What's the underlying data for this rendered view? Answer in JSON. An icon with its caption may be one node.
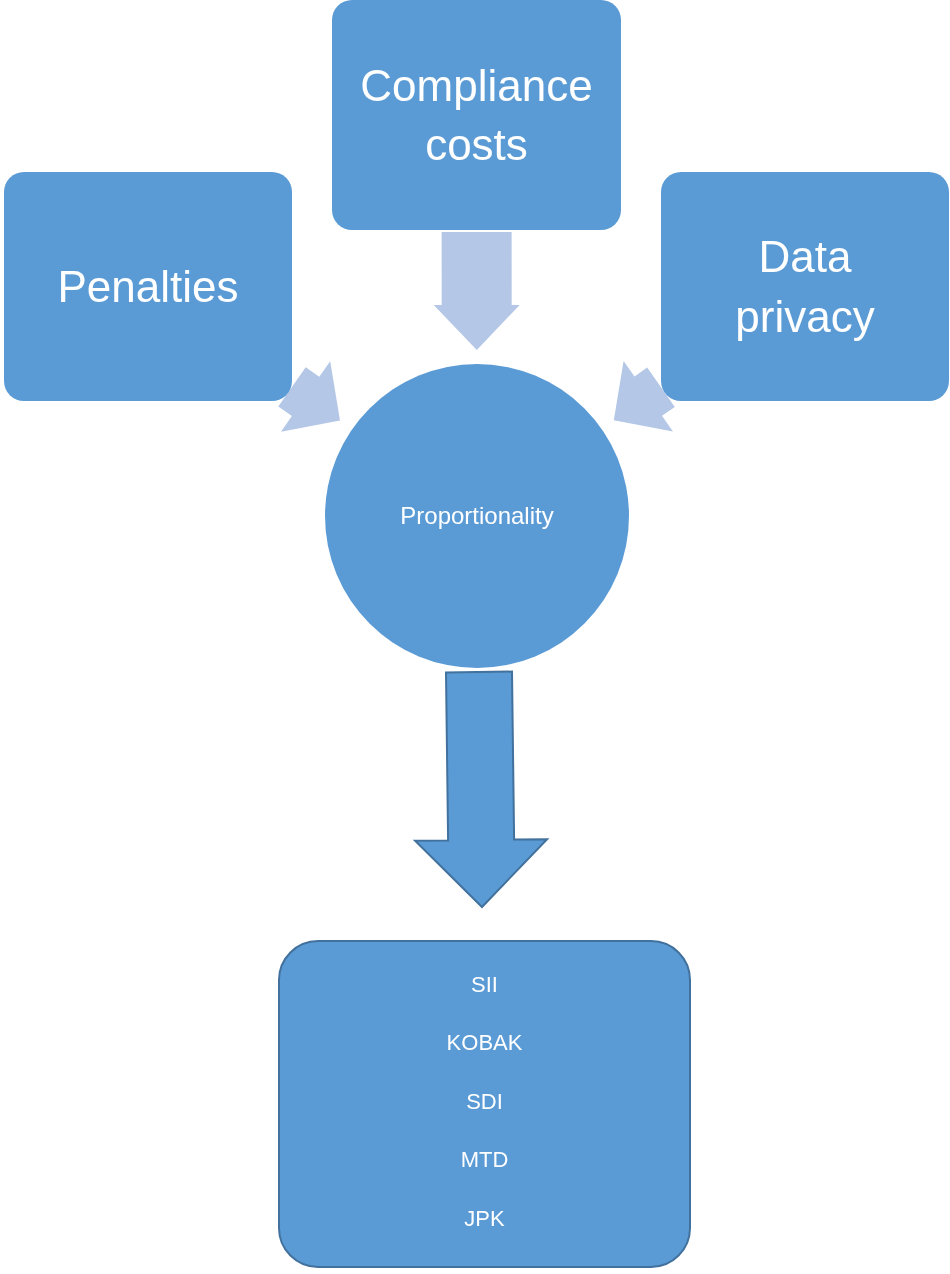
{
  "diagram": {
    "nodes": [
      {
        "text": [
          "Compliance costs"
        ]
      },
      {
        "text": [
          "Penalties"
        ]
      },
      {
        "text": [
          "Data privacy"
        ]
      },
      {
        "text": [
          "Proportionality"
        ]
      },
      {
        "text": [
          "SII",
          "KOBAK",
          "SDI",
          "MTD",
          "JPK"
        ]
      }
    ],
    "edges": [
      {
        "from": 1,
        "to": 3,
        "arrow": "to"
      },
      {
        "from": 0,
        "to": 3,
        "arrow": "to"
      },
      {
        "from": 2,
        "to": 3,
        "arrow": "to"
      },
      {
        "from": 3,
        "to": 4,
        "arrow": "to",
        "color": "#5b9bd5"
      }
    ]
  }
}
